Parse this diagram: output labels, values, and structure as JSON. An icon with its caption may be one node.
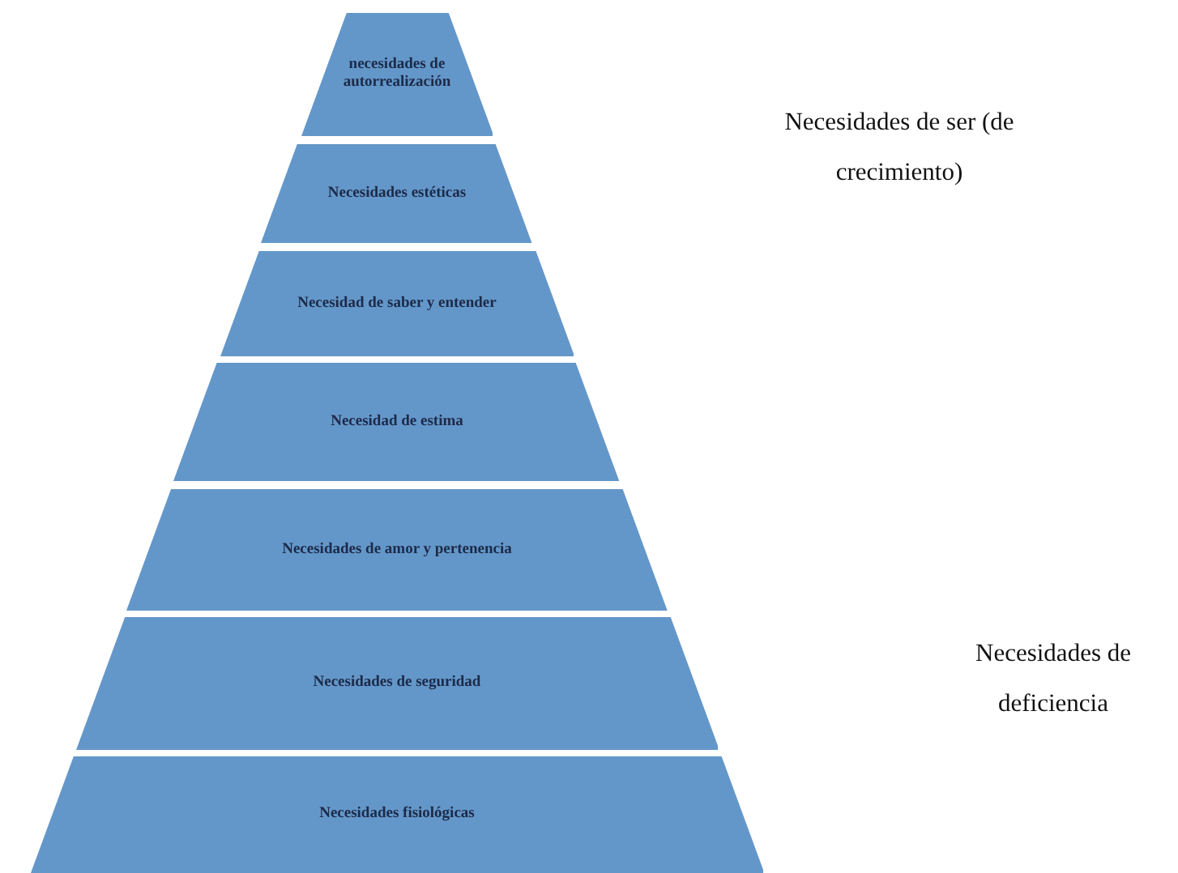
{
  "diagram": {
    "nodes": [
      {
        "text": [
          "necesidades de autorrealización"
        ]
      },
      {
        "text": [
          "Necesidades estéticas"
        ]
      },
      {
        "text": [
          "Necesidad de saber y entender"
        ]
      },
      {
        "text": [
          "Necesidad de estima"
        ]
      },
      {
        "text": [
          "Necesidades de amor y pertenencia"
        ]
      },
      {
        "text": [
          "Necesidades de seguridad"
        ]
      },
      {
        "text": [
          "Necesidades fisiológicas"
        ]
      }
    ],
    "labels": [
      "Necesidades de ser (de crecimiento)",
      "Necesidades de deficiencia"
    ]
  }
}
